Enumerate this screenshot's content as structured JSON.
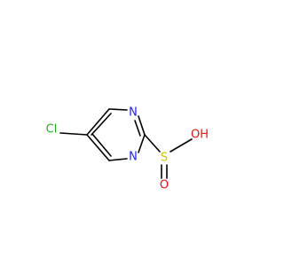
{
  "molecule": {
    "atoms": {
      "cl": "Cl",
      "n_top": "N",
      "n_bottom": "N",
      "s": "S",
      "oh": "OH",
      "o": "O"
    }
  },
  "colors": {
    "bond": "#000000",
    "chlorine": "#1fb21f",
    "nitrogen": "#2222ee",
    "sulfur": "#c8c800",
    "oxygen": "#ee1111"
  }
}
